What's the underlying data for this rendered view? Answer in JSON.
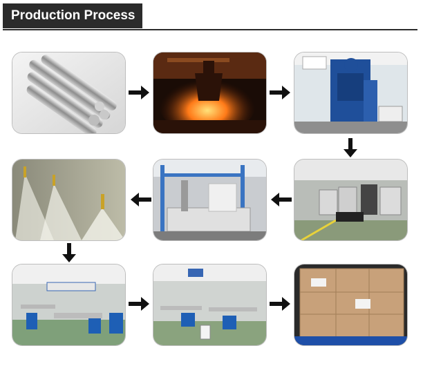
{
  "header": {
    "title": "Production Process"
  },
  "steps": [
    {
      "icon": "steel-bars-photo"
    },
    {
      "icon": "foundry-furnace-photo"
    },
    {
      "icon": "shot-blasting-machine-photo"
    },
    {
      "icon": "cnc-workshop-photo"
    },
    {
      "icon": "plating-line-photo"
    },
    {
      "icon": "spray-nozzles-photo"
    },
    {
      "icon": "assembly-workshop-photo"
    },
    {
      "icon": "packing-workshop-photo"
    },
    {
      "icon": "pallet-cartons-photo"
    }
  ],
  "colors": {
    "header_bg": "#2b2b2b",
    "arrow": "#111111"
  }
}
